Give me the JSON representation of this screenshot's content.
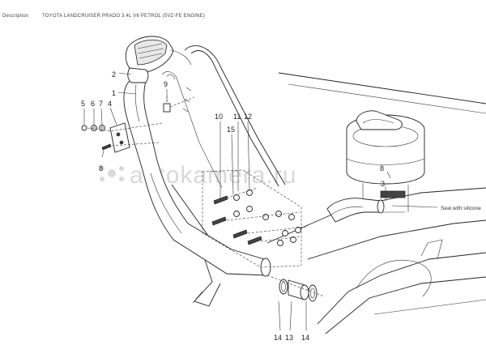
{
  "header": {
    "description_label": "Description",
    "title": "TOYOTA LANDCRUISER PRADO 3.4L V6 PETROL (5VZ-FE ENGINE)"
  },
  "watermark": {
    "text": "autokamera.ru"
  },
  "callouts": [
    {
      "id": "c1",
      "text": "1"
    },
    {
      "id": "c2",
      "text": "2"
    },
    {
      "id": "c3",
      "text": "3"
    },
    {
      "id": "c4",
      "text": "4"
    },
    {
      "id": "c5",
      "text": "5"
    },
    {
      "id": "c6",
      "text": "6"
    },
    {
      "id": "c7",
      "text": "7"
    },
    {
      "id": "c8a",
      "text": "8"
    },
    {
      "id": "c8b",
      "text": "8"
    },
    {
      "id": "c9",
      "text": "9"
    },
    {
      "id": "c10",
      "text": "10"
    },
    {
      "id": "c11",
      "text": "11"
    },
    {
      "id": "c12",
      "text": "12"
    },
    {
      "id": "c13",
      "text": "13"
    },
    {
      "id": "c14a",
      "text": "14"
    },
    {
      "id": "c14b",
      "text": "14"
    },
    {
      "id": "c15",
      "text": "15"
    }
  ],
  "notes": {
    "seal": "Seal with silicone"
  }
}
